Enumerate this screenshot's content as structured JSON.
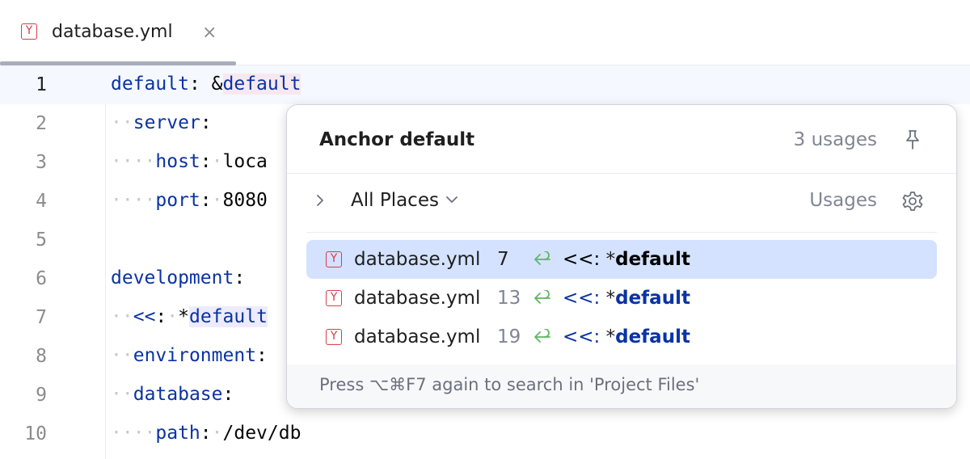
{
  "tab": {
    "title": "database.yml",
    "close_glyph": "×",
    "file_icon_letter": "Y",
    "file_icon": "yaml-file-icon"
  },
  "editor": {
    "lines": [
      {
        "num": "1"
      },
      {
        "num": "2"
      },
      {
        "num": "3"
      },
      {
        "num": "4"
      },
      {
        "num": "5"
      },
      {
        "num": "6"
      },
      {
        "num": "7"
      },
      {
        "num": "8"
      },
      {
        "num": "9"
      },
      {
        "num": "10"
      }
    ],
    "code": {
      "l1_key": "default",
      "l1_colon": ":",
      "l1_amp": "&",
      "l1_anchor": "default",
      "l2_key": "server",
      "l2_colon": ":",
      "l3_key": "host",
      "l3_colon": ":",
      "l3_val": "loca",
      "l4_key": "port",
      "l4_colon": ":",
      "l4_val": "8080",
      "l6_key": "development",
      "l6_colon": ":",
      "l7_merge": "<<",
      "l7_colon": ":",
      "l7_star": "*",
      "l7_alias": "default",
      "l8_key": "environment",
      "l8_colon": ":",
      "l9_key": "database",
      "l9_colon": ":",
      "l10_key": "path",
      "l10_colon": ":",
      "l10_val": "/dev/db"
    }
  },
  "popup": {
    "title": "Anchor default",
    "count": "3 usages",
    "pin_icon": "pin-icon",
    "scope_label": "All Places",
    "usages_label": "Usages",
    "settings_icon": "gear-icon",
    "results": [
      {
        "file": "database.yml",
        "line": "7",
        "merge": "<<:",
        "star": "*",
        "alias": "default",
        "selected": true
      },
      {
        "file": "database.yml",
        "line": "13",
        "merge": "<<:",
        "star": "*",
        "alias": "default",
        "selected": false
      },
      {
        "file": "database.yml",
        "line": "19",
        "merge": "<<:",
        "star": "*",
        "alias": "default",
        "selected": false
      }
    ],
    "footer_hint": "Press ⌥⌘F7 again to search in 'Project Files'"
  },
  "colors": {
    "keyword": "#0a33a3",
    "selection": "#d4e2ff",
    "usage_icon": "#5fb865",
    "yaml_icon": "#db3b4b"
  }
}
